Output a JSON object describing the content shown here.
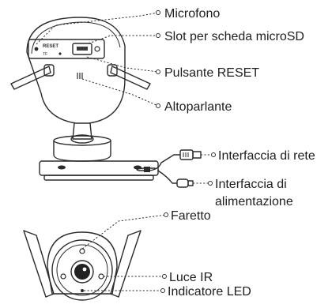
{
  "callouts": {
    "microphone": "Microfono",
    "microsd_slot": "Slot per scheda microSD",
    "reset_button": "Pulsante RESET",
    "speaker": "Altoparlante",
    "network_port": "Interfaccia di rete",
    "power_port_line1": "Interfaccia di",
    "power_port_line2": "alimentazione",
    "spotlight": "Faretto",
    "ir_light": "Luce IR",
    "led_indicator": "Indicatore LED"
  },
  "panel": {
    "reset_label": "RESET",
    "panel_code": "TF"
  },
  "colors": {
    "line": "#2b2b2b",
    "text": "#1e1e1e",
    "panel_dark": "#3a3a3a",
    "lens": "#222222"
  }
}
